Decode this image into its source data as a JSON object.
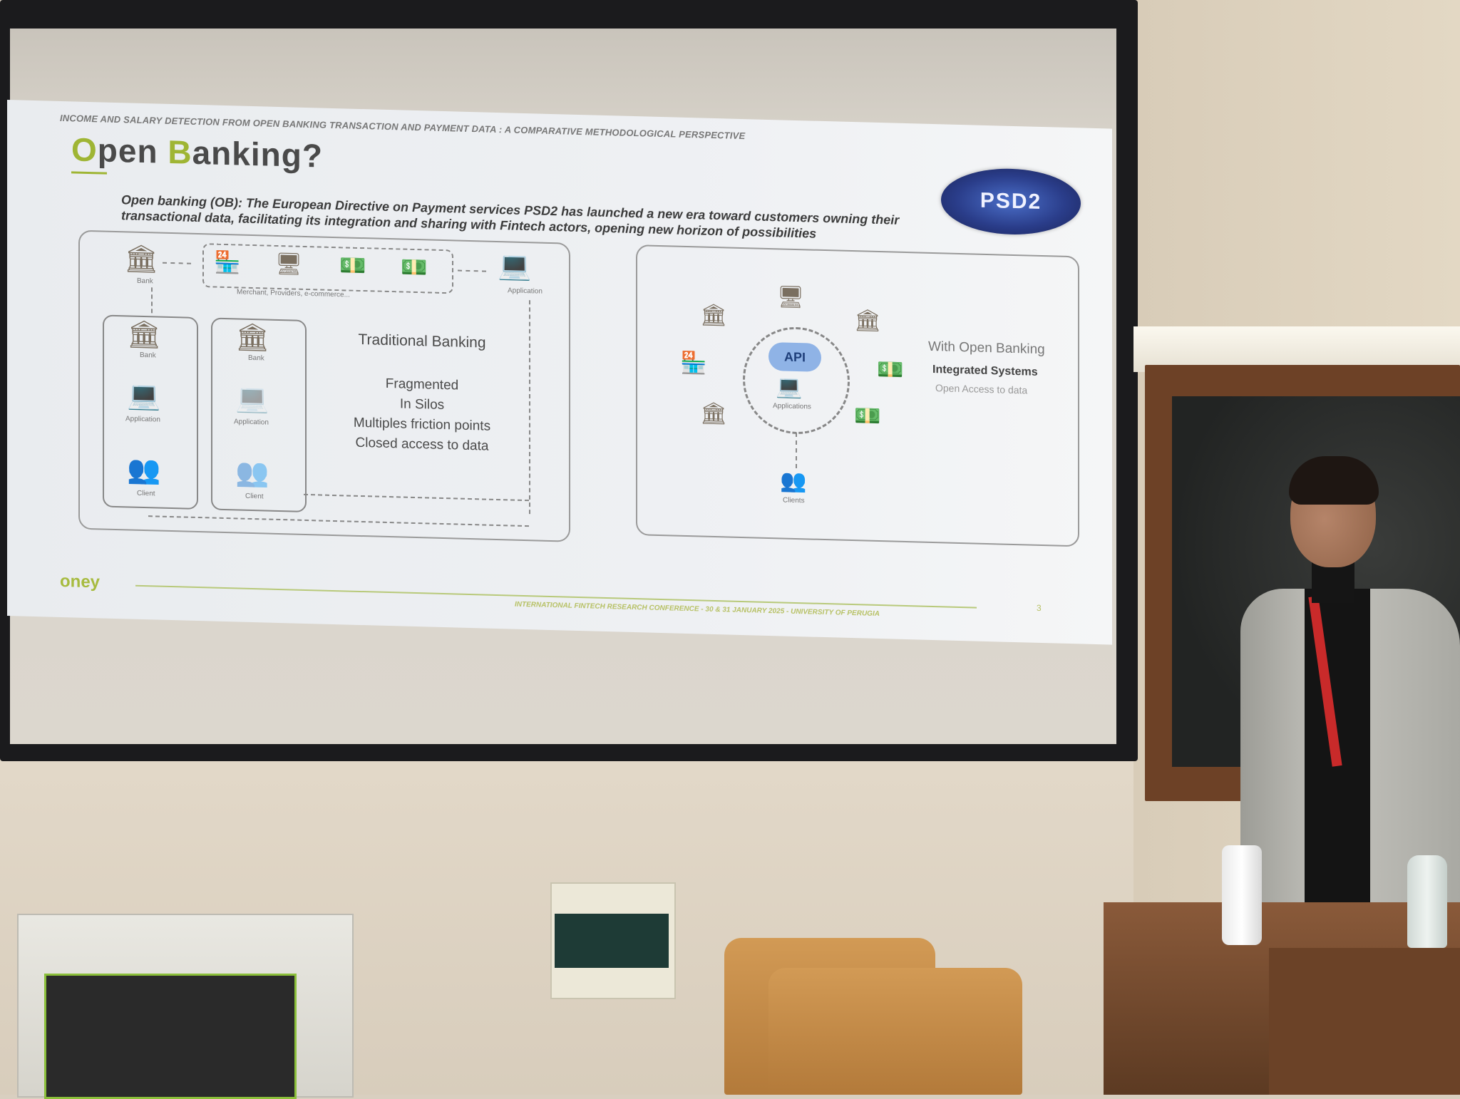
{
  "slide": {
    "header": "INCOME AND SALARY DETECTION FROM OPEN  BANKING TRANSACTION AND PAYMENT DATA : A COMPARATIVE METHODOLOGICAL PERSPECTIVE",
    "title_o": "O",
    "title_pen": "pen ",
    "title_b": "B",
    "title_rest": "anking?",
    "intro": "Open banking (OB): The European Directive on Payment services PSD2 has launched  a new era toward customers owning their transactional data, facilitating its integration and sharing with Fintech actors, opening new horizon of possibilities",
    "psd2_badge": "PSD2",
    "traditional": {
      "bank_label_top": "Bank",
      "merchant_label": "Merchant, Providers, e-commerce...",
      "application_label_top": "Application",
      "col1_bank": "Bank",
      "col1_app": "Application",
      "col1_client": "Client",
      "col2_bank": "Bank",
      "col2_app": "Application",
      "col2_client": "Client",
      "title": "Traditional Banking",
      "line1": "Fragmented",
      "line2": "In Silos",
      "line3": "Multiples friction points",
      "line4": "Closed access to data"
    },
    "open": {
      "api": "API",
      "applications": "Applications",
      "clients": "Clients",
      "title": "With Open Banking",
      "line1": "Integrated Systems",
      "line2": "Open Access to data"
    },
    "footer_brand": "oney",
    "footer_text": "INTERNATIONAL FINTECH RESEARCH CONFERENCE -  30 & 31 JANUARY 2025 - UNIVERSITY OF PERUGIA",
    "page_number": "3"
  },
  "icons": {
    "bank": "🏛",
    "store": "🏪",
    "web": "🖥",
    "money": "💵",
    "laptop": "💻",
    "people": "👥"
  }
}
